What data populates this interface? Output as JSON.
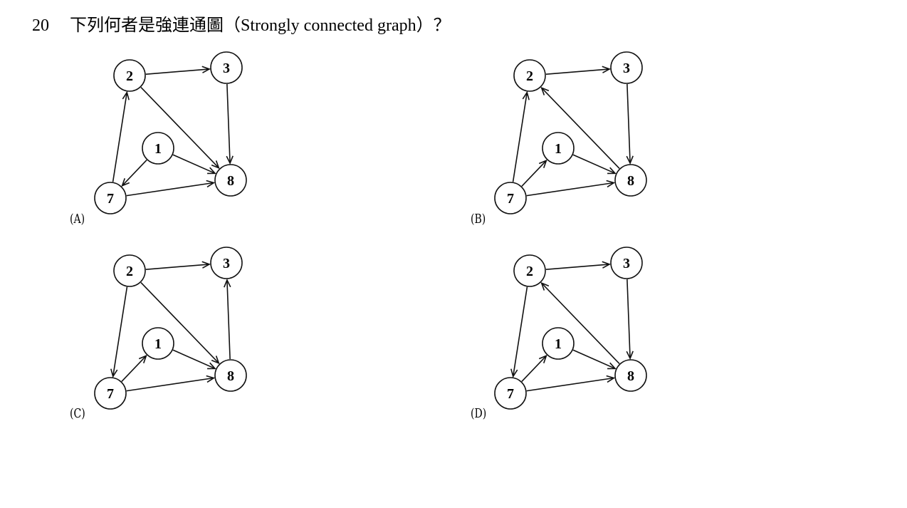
{
  "question": {
    "number": "20",
    "text": "下列何者是強連通圖（Strongly connected graph）？"
  },
  "options": [
    {
      "label": "(A)",
      "node_labels": [
        "2",
        "3",
        "1",
        "8",
        "7"
      ],
      "edges": [
        [
          "2",
          "3"
        ],
        [
          "2",
          "8"
        ],
        [
          "3",
          "8"
        ],
        [
          "1",
          "7"
        ],
        [
          "1",
          "8"
        ],
        [
          "7",
          "2"
        ],
        [
          "7",
          "8"
        ]
      ]
    },
    {
      "label": "(B)",
      "node_labels": [
        "2",
        "3",
        "1",
        "8",
        "7"
      ],
      "edges": [
        [
          "2",
          "3"
        ],
        [
          "3",
          "8"
        ],
        [
          "8",
          "2"
        ],
        [
          "7",
          "1"
        ],
        [
          "1",
          "8"
        ],
        [
          "7",
          "2"
        ],
        [
          "7",
          "8"
        ]
      ]
    },
    {
      "label": "(C)",
      "node_labels": [
        "2",
        "3",
        "1",
        "8",
        "7"
      ],
      "edges": [
        [
          "2",
          "3"
        ],
        [
          "2",
          "8"
        ],
        [
          "8",
          "3"
        ],
        [
          "2",
          "7"
        ],
        [
          "7",
          "1"
        ],
        [
          "1",
          "8"
        ],
        [
          "7",
          "8"
        ]
      ]
    },
    {
      "label": "(D)",
      "node_labels": [
        "2",
        "3",
        "1",
        "8",
        "7"
      ],
      "edges": [
        [
          "2",
          "3"
        ],
        [
          "3",
          "8"
        ],
        [
          "8",
          "2"
        ],
        [
          "2",
          "7"
        ],
        [
          "7",
          "1"
        ],
        [
          "1",
          "8"
        ],
        [
          "7",
          "8"
        ]
      ]
    }
  ]
}
